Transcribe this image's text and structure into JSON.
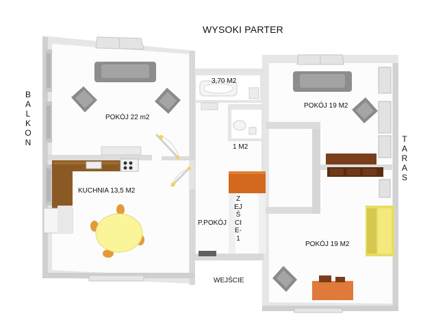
{
  "title": "WYSOKI PARTER",
  "side_labels": {
    "left": "BALKON",
    "right": "TARAS"
  },
  "rooms": {
    "pokoj_left": "POKÓJ  22 m2",
    "kuchnia": "KUCHNIA 13,5 M2",
    "lazienka": "3,70 M2",
    "wc": "1 M2",
    "pokoj_top_right": "POKÓJ 19 M2",
    "pokoj_bottom_right": "POKÓJ 19 M2",
    "przedpokoj": "P.POKÓJ",
    "zejscie": "ZEJŚCIE-1",
    "wejscie": "WEJŚCIE"
  },
  "colors": {
    "floor": "#ffffff",
    "wall": "#e2e2e2",
    "wall_dark": "#bdbdbd",
    "furniture_gray": "#8a8a8a",
    "kitchen_counter": "#8b5a24",
    "stair_orange": "#d2691e",
    "table_yellow": "#fbf59a",
    "wardrobe_yellow": "#e9dc63",
    "shelf_brown": "#6b3a1c"
  }
}
